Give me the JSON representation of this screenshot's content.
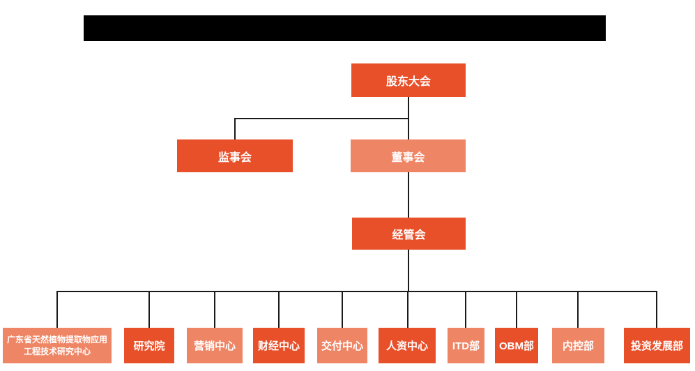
{
  "colors": {
    "dark_orange": "#E8502A",
    "light_orange": "#EE8565",
    "line": "#1a1a1a",
    "redaction": "#000000",
    "node_text": "#ffffff",
    "background": "#ffffff"
  },
  "org_chart": {
    "root": {
      "label": "股东大会"
    },
    "supervisory_board": {
      "label": "监事会"
    },
    "board_of_directors": {
      "label": "董事会"
    },
    "management_committee": {
      "label": "经管会"
    },
    "departments": [
      {
        "label": "广东省天然植物提取物应用工程技术研究中心"
      },
      {
        "label": "研究院"
      },
      {
        "label": "营销中心"
      },
      {
        "label": "财经中心"
      },
      {
        "label": "交付中心"
      },
      {
        "label": "人资中心"
      },
      {
        "label": "ITD部"
      },
      {
        "label": "OBM部"
      },
      {
        "label": "内控部"
      },
      {
        "label": "投资发展部"
      }
    ]
  }
}
